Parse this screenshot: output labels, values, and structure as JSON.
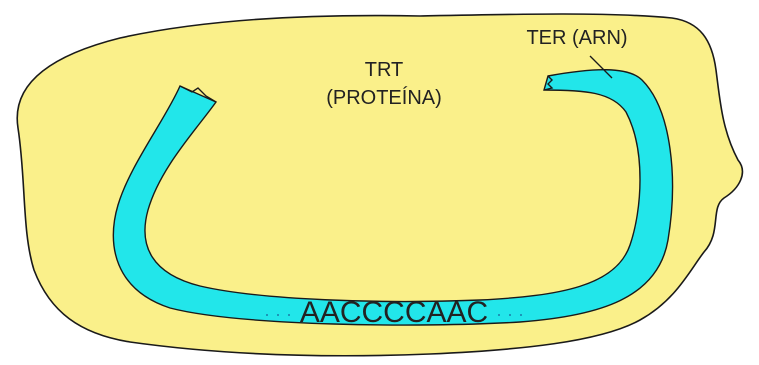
{
  "labels": {
    "protein_line1": "TRT",
    "protein_line2": "(PROTEÍNA)",
    "rna": "TER (ARN)",
    "template_sequence": "AACCCCAAC",
    "dots_left": "· · ·",
    "dots_right": "· · ·"
  },
  "colors": {
    "protein_fill": "#faf08a",
    "rna_fill": "#22e6ea",
    "outline": "#1a1a1a",
    "text": "#222222",
    "dots": "#1a8ab0"
  }
}
